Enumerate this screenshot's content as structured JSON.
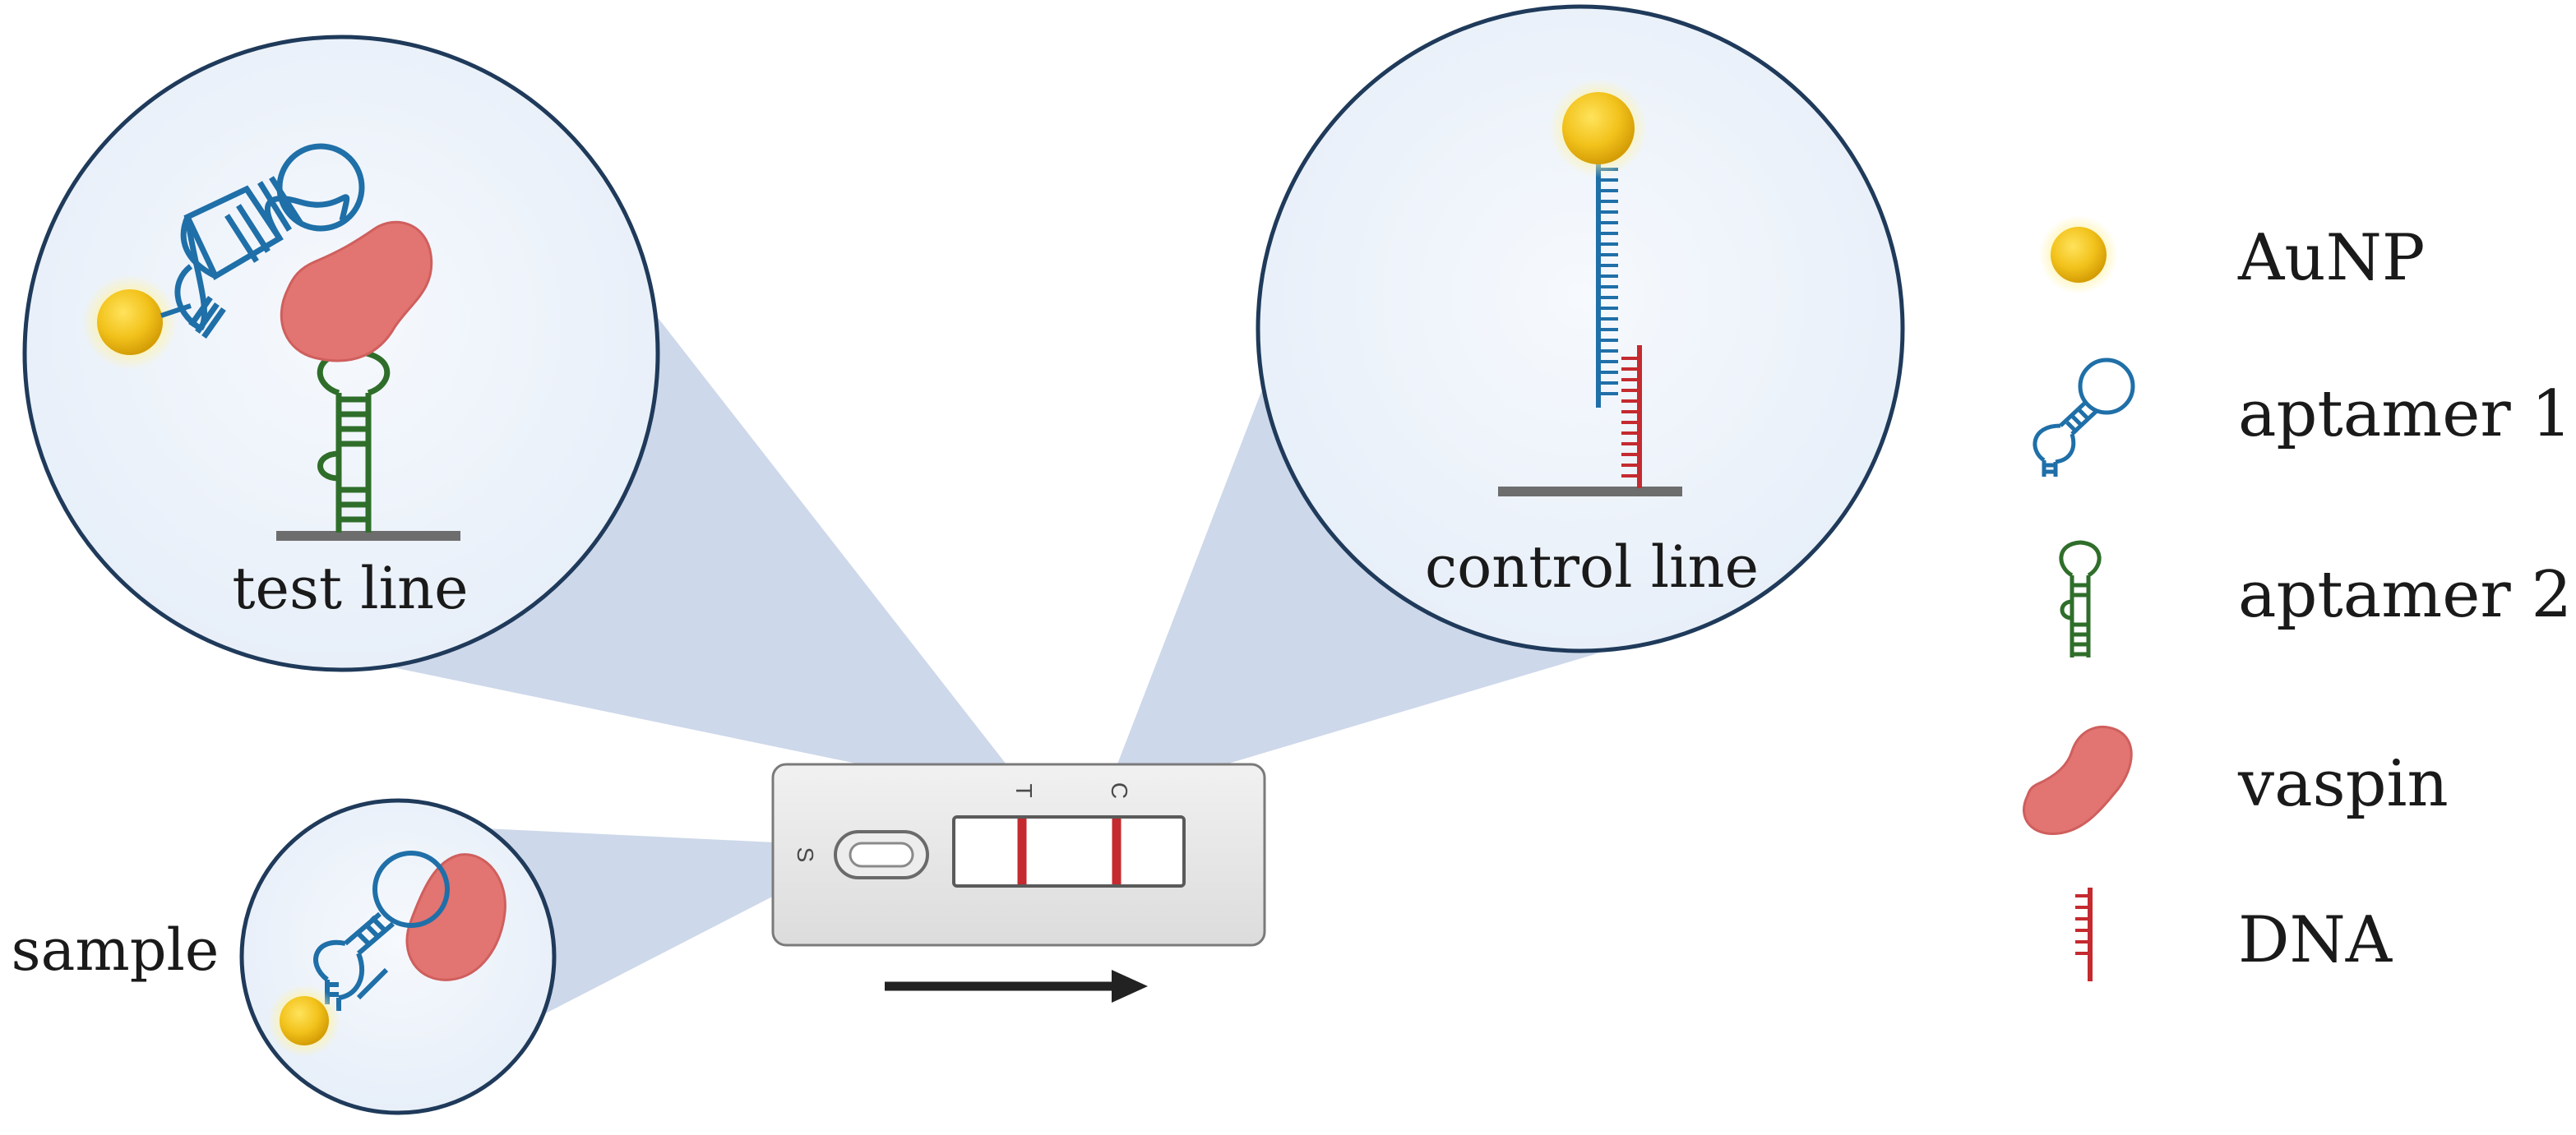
{
  "callouts": {
    "test": "test line",
    "control": "control line",
    "sample": "sample"
  },
  "strip": {
    "sample_port": "S",
    "test_mark": "T",
    "control_mark": "C"
  },
  "legend": {
    "items": [
      {
        "icon": "gold-nanoparticle-icon",
        "label": "AuNP"
      },
      {
        "icon": "aptamer-1-icon",
        "label": "aptamer 1"
      },
      {
        "icon": "aptamer-2-icon",
        "label": "aptamer 2"
      },
      {
        "icon": "vaspin-protein-icon",
        "label": "vaspin"
      },
      {
        "icon": "dna-strand-icon",
        "label": "DNA"
      }
    ]
  },
  "colors": {
    "aunp": "#f2c21b",
    "aptamer1": "#1f6fa8",
    "aptamer2": "#2f6e2a",
    "vaspin": "#e27472",
    "dna": "#c42a2f",
    "circle_border": "#1f3a5a",
    "circle_fill": "#eef4fb",
    "cone": "#bccbe3"
  }
}
